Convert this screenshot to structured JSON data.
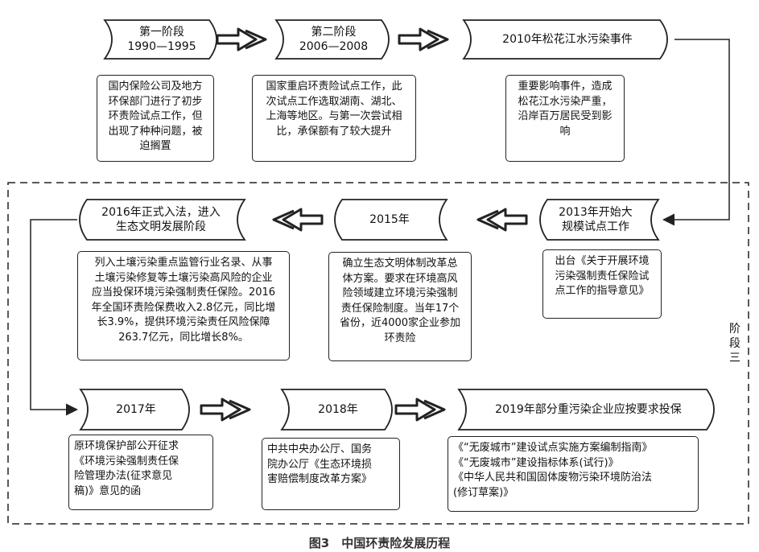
{
  "stages": [
    {
      "id": "s1",
      "label": "第一阶段\n1990—1995",
      "description": "国内保险公司及地方\n环保部门进行了初步\n环责险试点工作，但\n出现了种种问题，被\n迫搁置"
    },
    {
      "id": "s2",
      "label": "第二阶段\n2006—2008",
      "description": "国家重启环责险试点工作，此\n次试点工作选取湖南、湖北、\n上海等地区。与第一次尝试相\n比，承保额有了较大提升"
    },
    {
      "id": "s3",
      "label": "2010年松花江水污染事件",
      "description": "重要影响事件，造成\n松花江水污染严重，\n沿岸百万居民受到影\n响"
    },
    {
      "id": "s4",
      "label": "2013年开始大\n规模试点工作",
      "description": "出台《关于开展环境\n污染强制责任保险试\n点工作的指导意见》"
    },
    {
      "id": "s5",
      "label": "2015年",
      "description": "确立生态文明体制改革总\n体方案。要求在环境高风\n险领域建立环境污染强制\n责任保险制度。当年17个\n省份，近4000家企业参加\n环责险"
    },
    {
      "id": "s6",
      "label": "2016年正式入法，进入\n生态文明发展阶段",
      "description": "列入土壤污染重点监管行业名录、从事\n土壤污染修复等土壤污染高风险的企业\n应当投保环境污染强制责任保险。2016\n年全国环责险保费收入2.8亿元，同比增\n长3.9%，提供环境污染责任风险保障\n263.7亿元，同比增长8%。"
    },
    {
      "id": "s7",
      "label": "2017年",
      "description": "原环境保护部公开征求\n《环境污染强制责任保\n险管理办法(征求意见\n稿)》意见的函"
    },
    {
      "id": "s8",
      "label": "2018年",
      "description": "中共中央办公厅、国务\n院办公厅《生态环境损\n害赔偿制度改革方案》"
    },
    {
      "id": "s9",
      "label": "2019年部分重污染企业应按要求投保",
      "description": "《“无废城市”建设试点实施方案编制指南》\n《“无废城市”建设指标体系(试行)》\n《中华人民共和国固体废物污染环境防治法\n(修订草案)》"
    }
  ],
  "phase_label": "阶段三",
  "caption": "图3　中国环责险发展历程"
}
